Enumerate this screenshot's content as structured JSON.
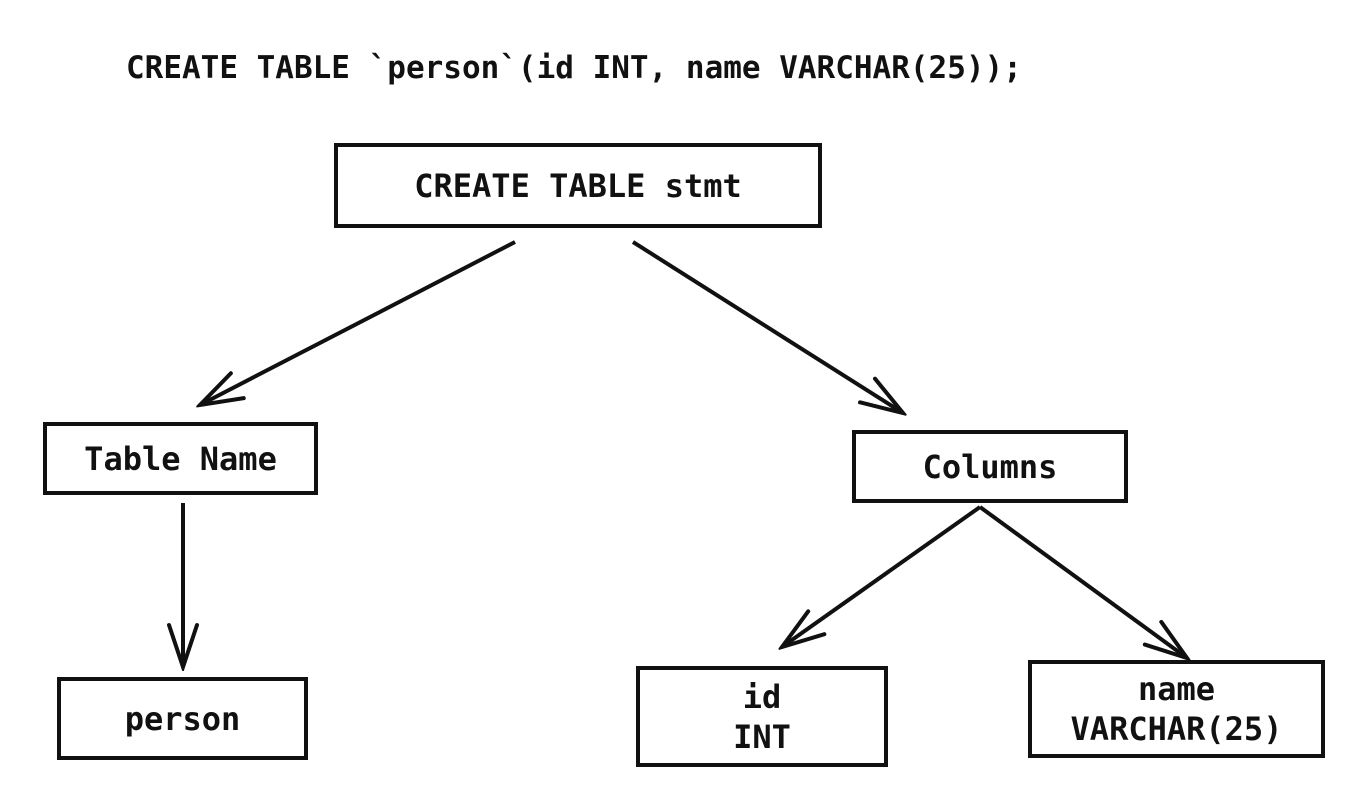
{
  "header": {
    "sql_statement": "CREATE TABLE `person`(id INT, name VARCHAR(25));"
  },
  "diagram": {
    "nodes": {
      "create_table_stmt": {
        "label": "CREATE TABLE stmt"
      },
      "table_name": {
        "label": "Table Name"
      },
      "columns": {
        "label": "Columns"
      },
      "person": {
        "label": "person"
      },
      "id_int": {
        "line1": "id",
        "line2": "INT"
      },
      "name_varchar": {
        "line1": "name",
        "line2": "VARCHAR(25)"
      }
    },
    "edges": [
      {
        "from": "create_table_stmt",
        "to": "table_name"
      },
      {
        "from": "create_table_stmt",
        "to": "columns"
      },
      {
        "from": "table_name",
        "to": "person"
      },
      {
        "from": "columns",
        "to": "id_int"
      },
      {
        "from": "columns",
        "to": "name_varchar"
      }
    ],
    "colors": {
      "ink": "#111111",
      "background": "#ffffff"
    }
  }
}
